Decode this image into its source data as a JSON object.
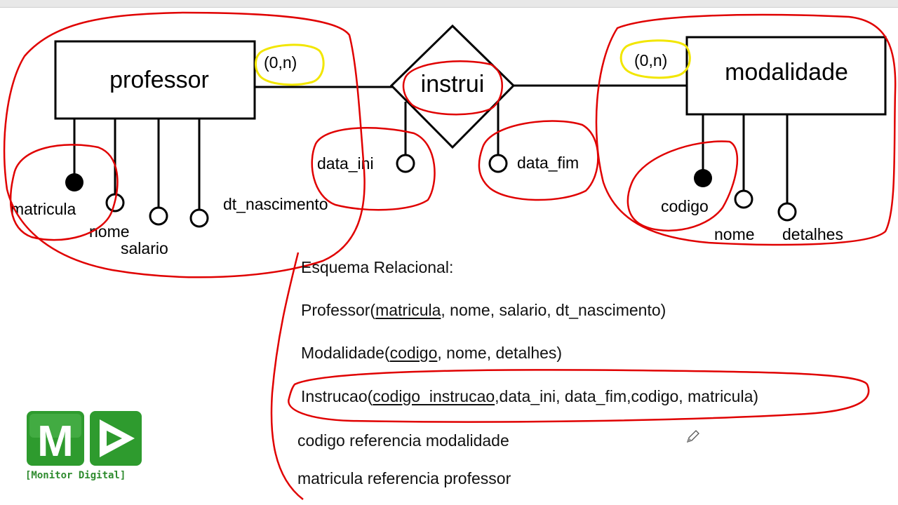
{
  "diagram": {
    "entities": {
      "professor": {
        "label": "professor",
        "cardinality": "(0,n)"
      },
      "modalidade": {
        "label": "modalidade",
        "cardinality": "(0,n)"
      }
    },
    "relationship": {
      "label": "instrui"
    },
    "attributes": {
      "professor": {
        "matricula": "matricula",
        "nome": "nome",
        "salario": "salario",
        "dt_nascimento": "dt_nascimento"
      },
      "relationship": {
        "data_ini": "data_ini",
        "data_fim": "data_fim"
      },
      "modalidade": {
        "codigo": "codigo",
        "nome": "nome",
        "detalhes": "detalhes"
      }
    }
  },
  "schema": {
    "title": "Esquema Relacional:",
    "professor": {
      "name": "Professor(",
      "pk": "matricula",
      "rest": ", nome, salario, dt_nascimento)"
    },
    "modalidade": {
      "name": "Modalidade(",
      "pk": "codigo",
      "rest": ", nome, detalhes)"
    },
    "instrucao": {
      "name": "Instrucao(",
      "pk": "codigo_instrucao",
      "rest": ",data_ini, data_fim,codigo, matricula)"
    }
  },
  "notes": {
    "codigo_ref": "codigo referencia modalidade",
    "matricula_ref": "matricula referencia professor"
  },
  "logo": {
    "letter": "M",
    "caption": "[Monitor Digital]"
  },
  "colors": {
    "annotation_red": "#e00000",
    "highlight_yellow": "#f2e600",
    "logo_green": "#2e9b2e"
  }
}
